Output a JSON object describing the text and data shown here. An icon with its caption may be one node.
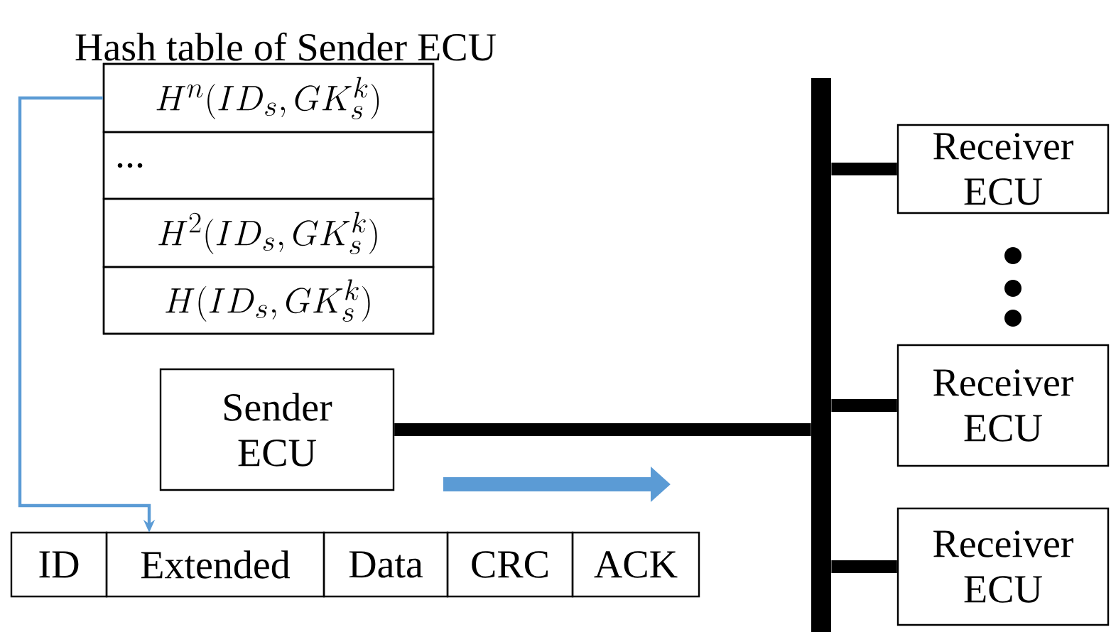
{
  "diagram": {
    "nodes": [
      {
        "text": [
          "Hash table of Sender ECU"
        ]
      },
      {
        "text": [
          "H^{n}(ID_{s},GK_{s}^{k})"
        ],
        "in": 0
      },
      {
        "text": [
          "..."
        ],
        "in": 0
      },
      {
        "text": [
          "H^{2}(ID_{s},GK_{s}^{k})"
        ],
        "in": 0
      },
      {
        "text": [
          "H(ID_{s},GK_{s}^{k})"
        ],
        "in": 0
      },
      {
        "text": [
          "Sender ECU"
        ]
      },
      {
        "text": [],
        "shape": "bar"
      },
      {
        "text": [
          "Receiver ECU"
        ]
      },
      {
        "text": [
          "Receiver ECU"
        ]
      },
      {
        "text": [
          "Receiver ECU"
        ]
      },
      {
        "text": [
          "ID"
        ]
      },
      {
        "text": [
          "Extended"
        ]
      },
      {
        "text": [
          "Data"
        ]
      },
      {
        "text": [
          "CRC"
        ]
      },
      {
        "text": [
          "ACK"
        ]
      }
    ],
    "edges": [
      {
        "from": 1,
        "to": 11,
        "arrow": "to",
        "color": "#5b9bd5"
      },
      {
        "from": 5,
        "to": 6,
        "arrow": "none"
      },
      {
        "from": 6,
        "to": 7,
        "arrow": "none"
      },
      {
        "from": 6,
        "to": 8,
        "arrow": "none"
      },
      {
        "from": 6,
        "to": 9,
        "arrow": "none"
      }
    ]
  }
}
